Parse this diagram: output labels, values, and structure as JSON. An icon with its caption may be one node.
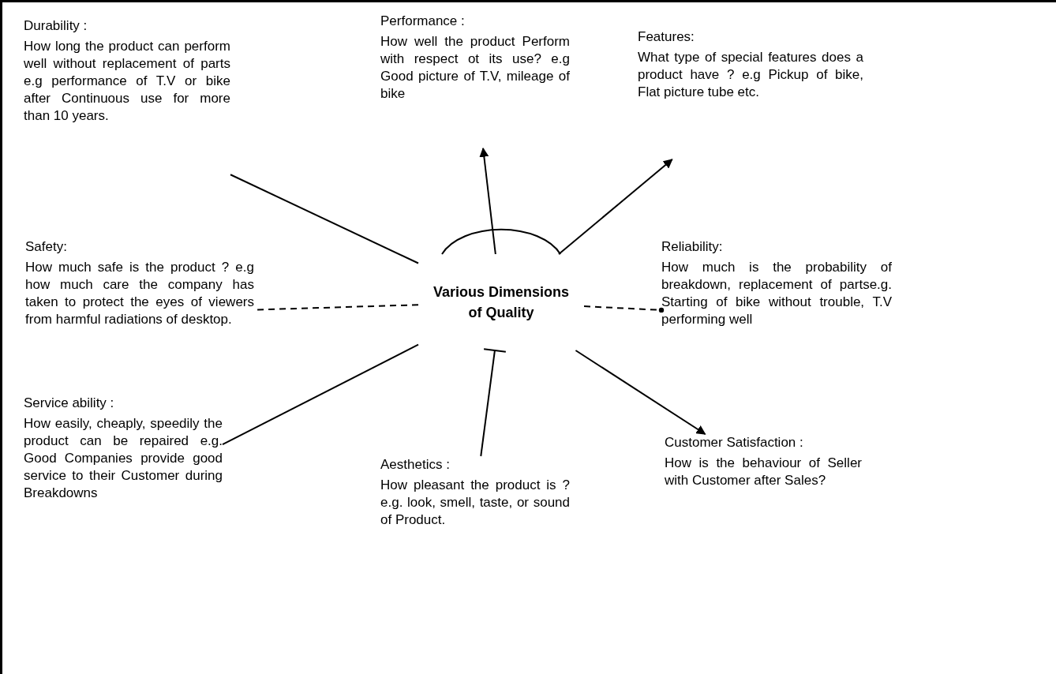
{
  "diagram": {
    "nodes": [
      {
        "text": [
          "Durability :",
          "How long the product can perform well without replacement of parts e.g performance of T.V or bike after Continuous use for more than 10 years."
        ]
      },
      {
        "text": [
          "Performance :",
          "How well the product Perform with respect ot its use? e.g Good picture of T.V, mileage of bike"
        ]
      },
      {
        "text": [
          "Features:",
          "What type of special features does a product have ? e.g Pickup of bike, Flat picture tube etc."
        ]
      },
      {
        "text": [
          "Safety:",
          "How much safe is the product ? e.g how much care the company has taken to protect the eyes of viewers from harmful radiations of desktop."
        ]
      },
      {
        "text": [
          "Various Dimensions of Quality"
        ]
      },
      {
        "text": [
          "Reliability:",
          "How much is the probability of breakdown, replacement of partse.g. Starting of bike without trouble, T.V performing well"
        ]
      },
      {
        "text": [
          "Service ability :",
          "How easily, cheaply, speedily the product can be repaired e.g. Good Companies provide good service to their Customer during Breakdowns"
        ]
      },
      {
        "text": [
          "Aesthetics :",
          "How pleasant the product is ? e.g. look, smell, taste, or sound of Product."
        ]
      },
      {
        "text": [
          "Customer Satisfaction :",
          "How is the behaviour of Seller with Customer after Sales?"
        ]
      }
    ],
    "edges": [
      {
        "from": 4,
        "to": 0,
        "arrow": "none"
      },
      {
        "from": 4,
        "to": 1,
        "arrow": "to"
      },
      {
        "from": 4,
        "to": 2,
        "arrow": "to"
      },
      {
        "from": 4,
        "to": 3,
        "arrow": "none",
        "style": "dashed"
      },
      {
        "from": 4,
        "to": 5,
        "arrow": "other",
        "style": "dashed"
      },
      {
        "from": 4,
        "to": 6,
        "arrow": "none"
      },
      {
        "from": 4,
        "to": 7,
        "arrow": "other"
      },
      {
        "from": 4,
        "to": 8,
        "arrow": "to"
      }
    ]
  }
}
